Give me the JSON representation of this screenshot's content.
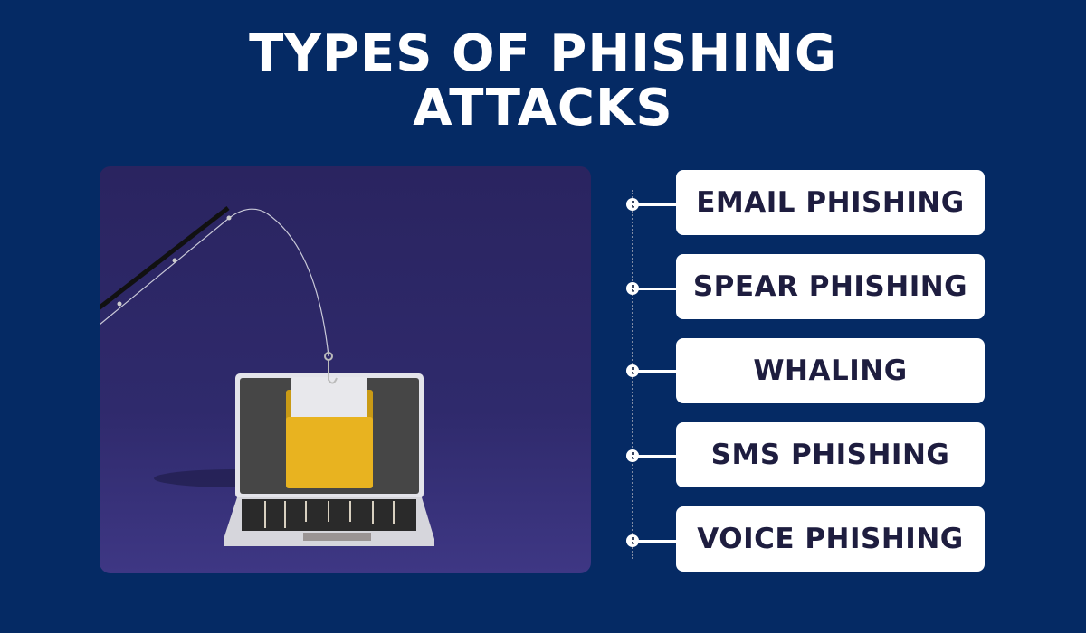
{
  "title": {
    "line1": "TYPES OF PHISHING",
    "line2": "ATTACKS"
  },
  "illustration": {
    "subject": "fishing-hook-laptop-illustration"
  },
  "types": [
    {
      "label": "EMAIL PHISHING"
    },
    {
      "label": "SPEAR PHISHING"
    },
    {
      "label": "WHALING"
    },
    {
      "label": "SMS PHISHING"
    },
    {
      "label": "VOICE PHISHING"
    }
  ],
  "colors": {
    "background": "#052a64",
    "box": "#ffffff",
    "box_text": "#1e1d3f",
    "folder": "#e8b320"
  }
}
